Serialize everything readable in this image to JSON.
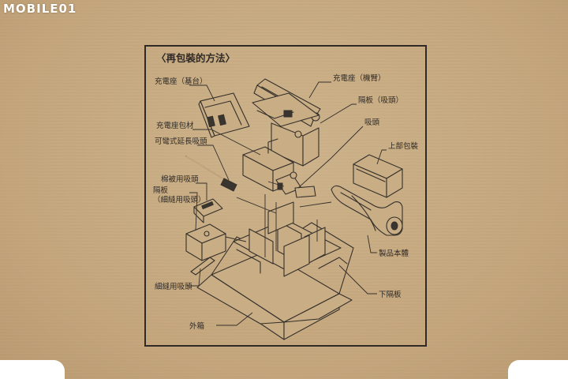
{
  "watermark": "MOBILE01",
  "title": "〈再包裝的方法〉",
  "labels": {
    "charger_base": "充電座（基台）",
    "charger_arm": "充電座（機臂）",
    "divider_head": "隔板（吸頭）",
    "charger_packing": "充電座包材",
    "head": "吸頭",
    "flexible_extension": "可彎式延長吸頭",
    "upper_packing": "上部包裝",
    "mattress_tool": "棉被用吸頭",
    "divider": "隔板",
    "crevice_sub": "（細縫用吸頭）",
    "product_body": "製品本體",
    "crevice_tool": "細縫用吸頭",
    "lower_divider": "下隔板",
    "outer_box": "外箱"
  },
  "colors": {
    "cardboard": "#c9ae86",
    "ink": "#35302b",
    "watermark": "#ffffff"
  }
}
